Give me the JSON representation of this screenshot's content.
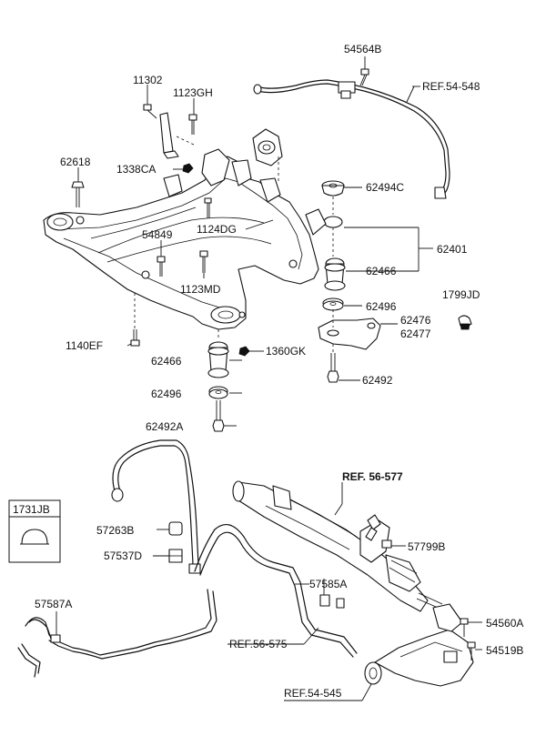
{
  "labels": {
    "p54564B": "54564B",
    "ref54548": "REF.54-548",
    "p11302": "11302",
    "p1123GH": "1123GH",
    "p62618": "62618",
    "p1338CA": "1338CA",
    "p62494C": "62494C",
    "p1124DG": "1124DG",
    "p62401": "62401",
    "p54849": "54849",
    "p62466a": "62466",
    "p1123MD": "1123MD",
    "p62496a": "62496",
    "p1799JD": "1799JD",
    "p62476": "62476",
    "p62477": "62477",
    "p1140EF": "1140EF",
    "p62466b": "62466",
    "p1360GK": "1360GK",
    "p62492": "62492",
    "p62496b": "62496",
    "p62492A": "62492A",
    "ref56577": "REF. 56-577",
    "p1731JB": "1731JB",
    "p57263B": "57263B",
    "p57799B": "57799B",
    "p57537D": "57537D",
    "p57585A": "57585A",
    "p57587A": "57587A",
    "p54560A": "54560A",
    "ref56575": "REF.56-575",
    "p54519B": "54519B",
    "ref54545": "REF.54-545"
  },
  "colors": {
    "line": "#111111",
    "background": "#ffffff"
  }
}
